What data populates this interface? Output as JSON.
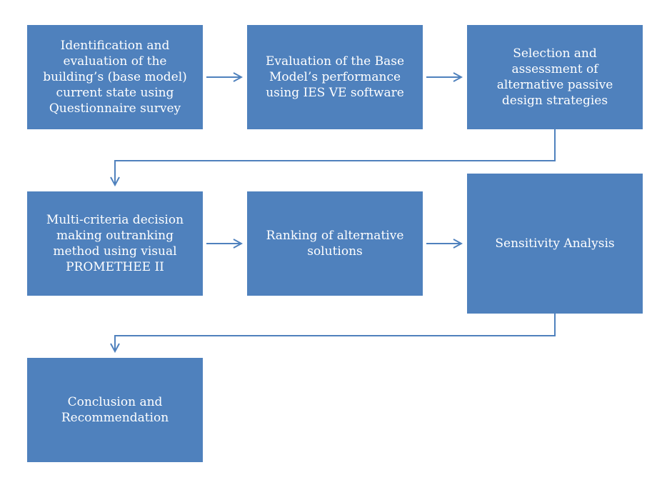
{
  "diagram": {
    "steps": [
      {
        "id": "step-1",
        "text": "Identification and\nevaluation of the\nbuilding’s (base model)\ncurrent state using\nQuestionnaire survey"
      },
      {
        "id": "step-2",
        "text": "Evaluation of the Base\nModel’s performance\nusing IES VE software"
      },
      {
        "id": "step-3",
        "text": "Selection and\nassessment of\nalternative passive\ndesign strategies"
      },
      {
        "id": "step-4",
        "text": "Multi-criteria decision\nmaking outranking\nmethod using visual\nPROMETHEE II"
      },
      {
        "id": "step-5",
        "text": "Ranking of alternative\nsolutions"
      },
      {
        "id": "step-6",
        "text": "Sensitivity Analysis"
      },
      {
        "id": "step-7",
        "text": "Conclusion and\nRecommendation"
      }
    ],
    "colors": {
      "box_fill": "#4f81bd",
      "box_text": "#ffffff",
      "arrow": "#4f81bd"
    }
  }
}
